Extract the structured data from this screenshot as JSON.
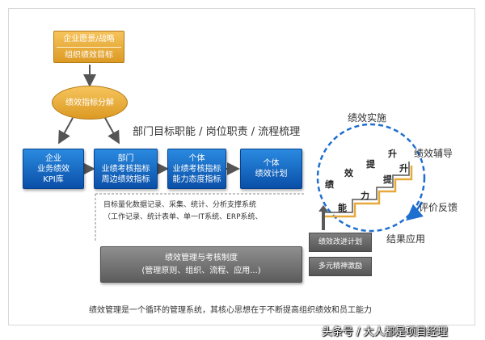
{
  "goal_box": {
    "line1": "企业愿景/战略",
    "line2": "组织绩效目标"
  },
  "decompose": "绩效指标分解",
  "heading": "部门目标职能 / 岗位职责 / 流程梳理",
  "blue_boxes": [
    {
      "line1": "企业",
      "line2": "业务绩效",
      "line3": "KPI库"
    },
    {
      "line1": "部门",
      "line2": "业绩考核指标",
      "line3": "周边绩效指标"
    },
    {
      "line1": "个体",
      "line2": "业绩考核指标",
      "line3": "能力态度指标"
    },
    {
      "line1": "个体",
      "line2": "绩效计划"
    }
  ],
  "data_text": {
    "line1": "目标量化数据记录、采集、统计、分析支撑系统",
    "line2": "（工作记录、统计表单、单一IT系统、ERP系统、"
  },
  "system_box": {
    "line1": "绩效管理与考核制度",
    "line2": "(管理原则、组织、流程、应用...)"
  },
  "cycle": {
    "top": "绩效实施",
    "right_top": "绩效辅导",
    "right_mid": "评价反馈",
    "right_bottom": "结果应用",
    "stairs": [
      "绩",
      "效",
      "提",
      "升",
      "能",
      "力",
      "提",
      "升"
    ]
  },
  "small_boxes": [
    "绩效改进计划",
    "多元精神激励"
  ],
  "footer": "绩效管理是一个循环的管理系统，其核心思想在于不断提高组织绩效和员工能力",
  "watermark": "头条号 / 大人都是项目经理",
  "colors": {
    "gold": "#e6a93a",
    "blue": "#0d5fbf",
    "grey": "#6b6b6b",
    "circle": "#1f6fd0"
  }
}
